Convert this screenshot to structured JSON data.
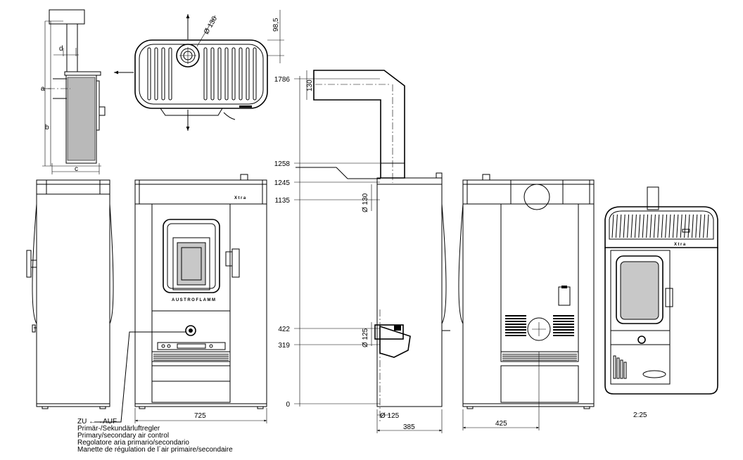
{
  "side_dims": {
    "a": "a",
    "b": "b",
    "c": "c",
    "d": "d"
  },
  "top_view": {
    "pipe_dia": "Ø 130",
    "offset": "98,5"
  },
  "front_view": {
    "brand": "Xtra",
    "door_brand": "AUSTROFLAMM",
    "width": "725"
  },
  "section_view": {
    "heights": [
      "1786",
      "1258",
      "1245",
      "1135",
      "422",
      "319",
      "0"
    ],
    "pipe_dia_top": "Ø 130",
    "pipe_height": "130",
    "flue_dia": "Ø 130",
    "inlet_dia": "Ø 125",
    "bottom_dia": "Ø 125",
    "depth": "385"
  },
  "back_view": {
    "width": "425"
  },
  "perspective": {
    "brand": "Xtra",
    "scale": "2:25"
  },
  "control_label": {
    "toggle": "ZU ←→AUF",
    "lines": [
      "Primär-/Sekundärluftregler",
      "Primary/secondary air control",
      "Regolatore aria primario/secondario",
      "Manette de régulation de l´air primaire/secondaire"
    ]
  }
}
